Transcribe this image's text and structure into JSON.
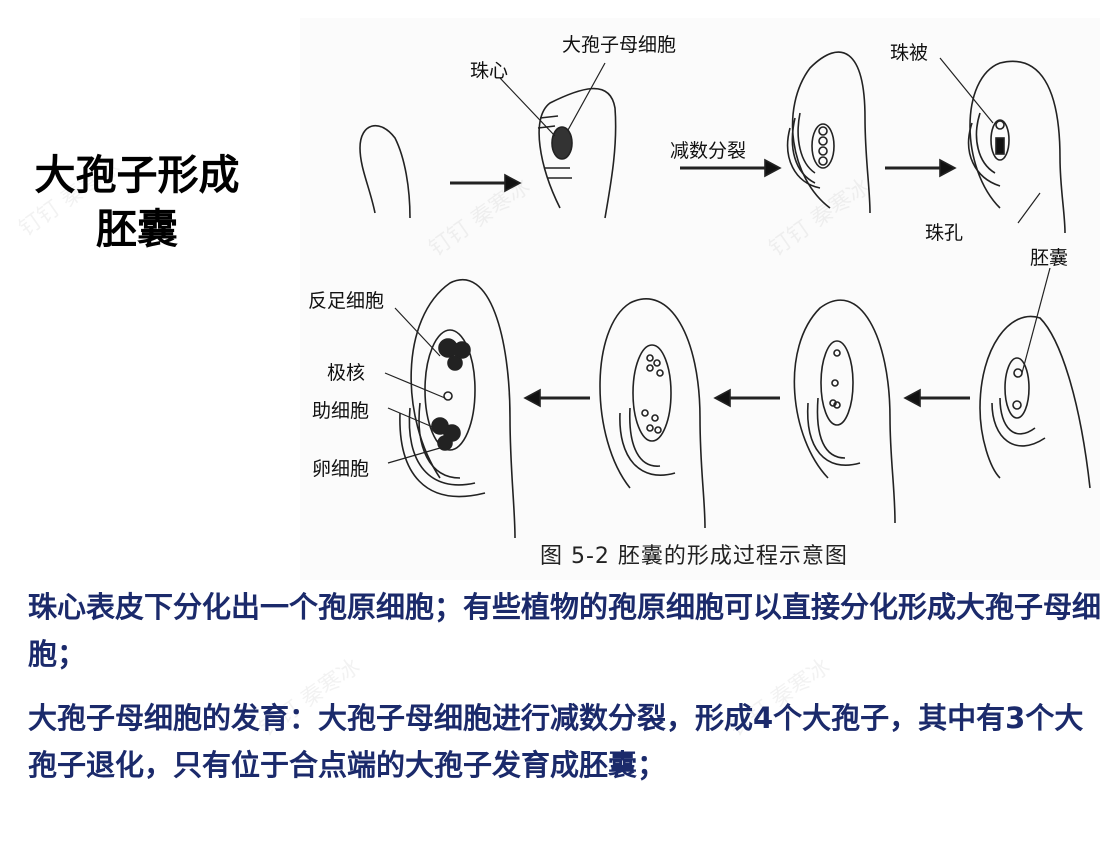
{
  "title": "大孢子形成胚囊",
  "figure": {
    "labels": {
      "nucellus": "珠心",
      "megasporocyte": "大孢子母细胞",
      "meiosis": "减数分裂",
      "integument": "珠被",
      "micropyle": "珠孔",
      "embryo_sac": "胚囊",
      "antipodal": "反足细胞",
      "polar_nuclei": "极核",
      "synergid": "助细胞",
      "egg_cell": "卵细胞"
    },
    "caption": "图 5-2  胚囊的形成过程示意图"
  },
  "paragraphs": [
    "珠心表皮下分化出一个孢原细胞；有些植物的孢原细胞可以直接分化形成大孢子母细胞；",
    "大孢子母细胞的发育：大孢子母细胞进行减数分裂，形成4个大孢子，其中有3个大孢子退化，只有位于合点端的大孢子发育成胚囊；"
  ],
  "watermark": "钉钉 秦寒冰",
  "colors": {
    "body_text": "#1b2a6b",
    "title": "#000000"
  }
}
